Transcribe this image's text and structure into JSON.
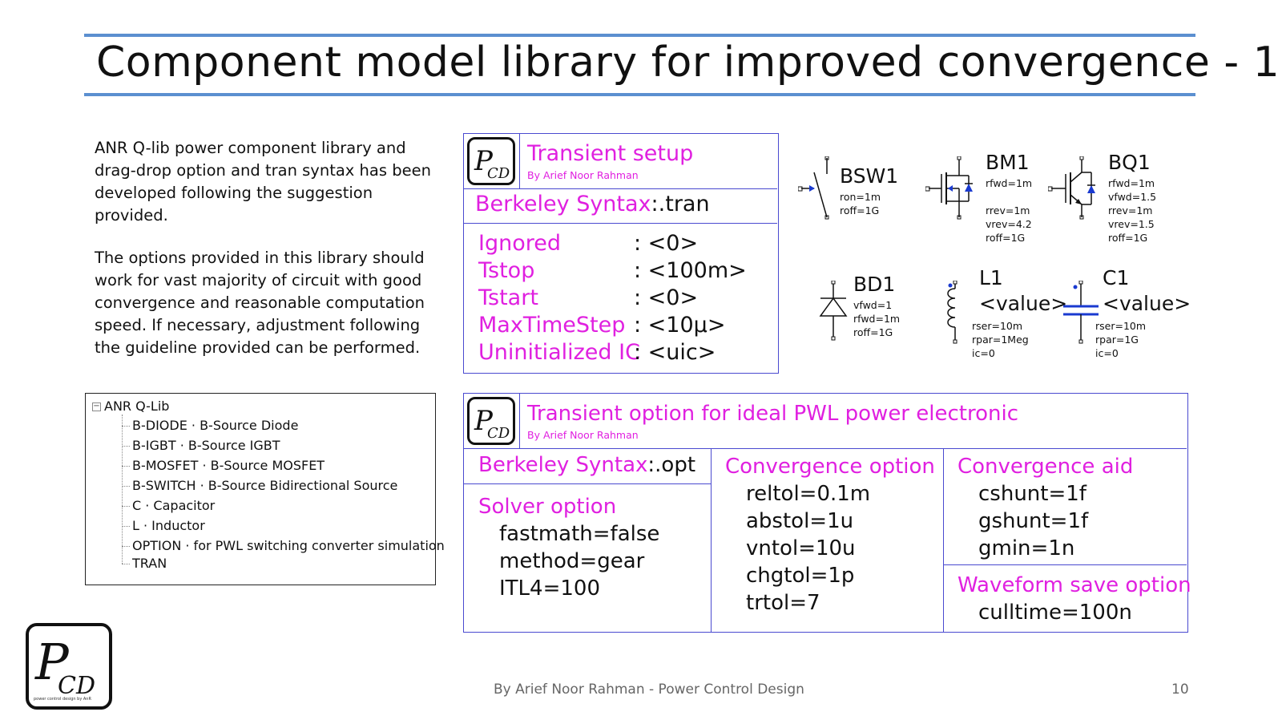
{
  "title": "Component model library for improved convergence - 1",
  "intro": {
    "p1": [
      "ANR Q-lib power component library and",
      "drag-drop option and tran syntax has been",
      "developed following the suggestion",
      "provided."
    ],
    "p2": [
      "The options provided in this library should",
      "work for vast majority of circuit with good",
      "convergence and reasonable computation",
      "speed. If necessary, adjustment following",
      "the guideline provided can be performed."
    ]
  },
  "tree": {
    "root": "ANR Q-Lib",
    "items": [
      "B-DIODE · B-Source Diode",
      "B-IGBT · B-Source IGBT",
      "B-MOSFET · B-Source MOSFET",
      "B-SWITCH · B-Source Bidirectional Source",
      "C · Capacitor",
      "L · Inductor",
      "OPTION · for PWL switching converter simulation",
      "TRAN"
    ]
  },
  "transient_setup": {
    "logo": "PCD",
    "title": "Transient setup",
    "byline": "By Arief Noor Rahman",
    "syntax_label": "Berkeley Syntax",
    "syntax_value": ":.tran",
    "params": [
      {
        "name": "Ignored",
        "value": ": <0>"
      },
      {
        "name": "Tstop",
        "value": ": <100m>"
      },
      {
        "name": "Tstart",
        "value": ": <0>"
      },
      {
        "name": "MaxTimeStep",
        "value": ": <10µ>"
      },
      {
        "name": "Uninitialized IC",
        "value": ": <uic>"
      }
    ]
  },
  "symbols": {
    "bsw1": {
      "name": "BSW1",
      "params": [
        "ron=1m",
        "roff=1G"
      ]
    },
    "bm1": {
      "name": "BM1",
      "params": [
        "rfwd=1m",
        "rrev=1m",
        "vrev=4.2",
        "roff=1G"
      ]
    },
    "bq1": {
      "name": "BQ1",
      "params": [
        "rfwd=1m",
        "vfwd=1.5",
        "rrev=1m",
        "vrev=1.5",
        "roff=1G"
      ]
    },
    "bd1": {
      "name": "BD1",
      "params": [
        "vfwd=1",
        "rfwd=1m",
        "roff=1G"
      ]
    },
    "l1": {
      "name": "L1",
      "value": "<value>",
      "params": [
        "rser=10m",
        "rpar=1Meg",
        "ic=0"
      ]
    },
    "c1": {
      "name": "C1",
      "value": "<value>",
      "params": [
        "rser=10m",
        "rpar=1G",
        "ic=0"
      ]
    }
  },
  "transient_option": {
    "logo": "PCD",
    "title": "Transient option for ideal PWL power electronic",
    "byline": "By Arief Noor Rahman",
    "syntax_label": "Berkeley Syntax",
    "syntax_value": ":.opt",
    "solver": {
      "heading": "Solver option",
      "items": [
        "fastmath=false",
        "method=gear",
        "ITL4=100"
      ]
    },
    "convergence": {
      "heading": "Convergence option",
      "items": [
        "reltol=0.1m",
        "abstol=1u",
        "vntol=10u",
        "chgtol=1p",
        "trtol=7"
      ]
    },
    "aid": {
      "heading": "Convergence aid",
      "items": [
        "cshunt=1f",
        "gshunt=1f",
        "gmin=1n"
      ]
    },
    "waveform": {
      "heading": "Waveform save option",
      "items": [
        "culltime=100n"
      ]
    }
  },
  "logo_big": {
    "letters": "PCD",
    "caption": "power control design by AnR"
  },
  "footer": {
    "text": "By Arief Noor Rahman - Power Control Design",
    "page": "10"
  },
  "colors": {
    "accent_rule": "#5b8fd0",
    "panel_border": "#4a4ad0",
    "magenta": "#e020e0",
    "symbol_blue": "#1a3ad0"
  }
}
